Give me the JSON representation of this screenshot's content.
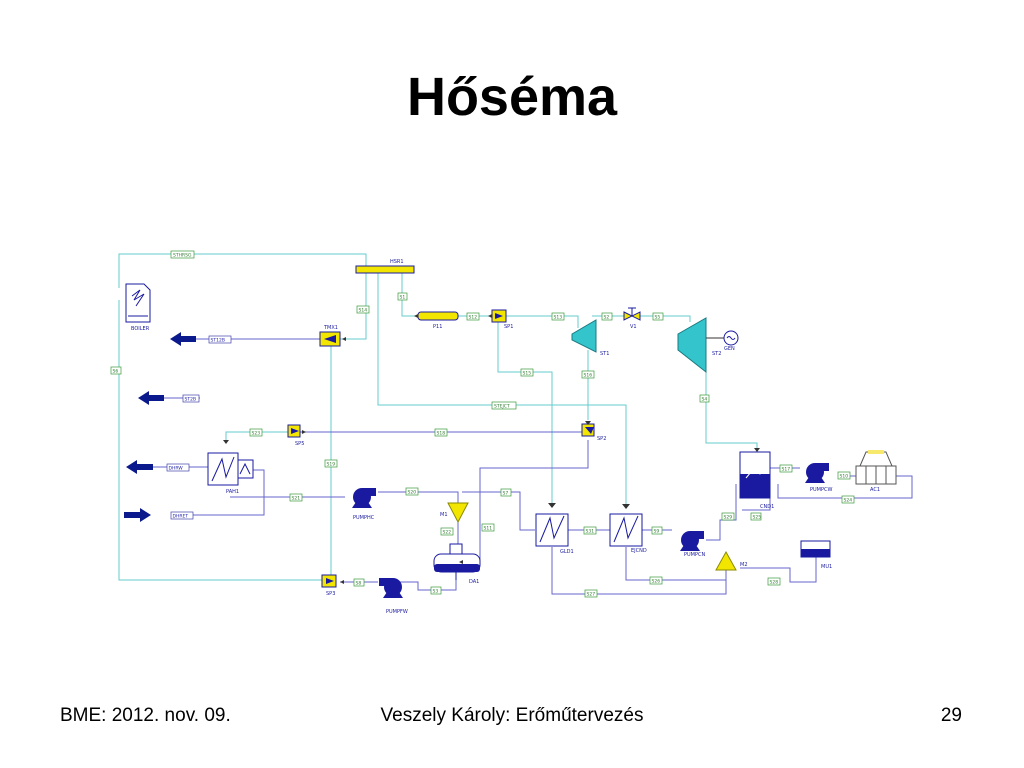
{
  "slide": {
    "title": "Hőséma",
    "footer_left": "BME: 2012. nov. 09.",
    "footer_center": "Veszely Károly: Erőműtervezés",
    "page_number": "29"
  },
  "colors": {
    "steam_line": "#66cccc",
    "water_line": "#6666cc",
    "equipment_blue": "#1a1aa0",
    "valve_yellow": "#f2e600",
    "turbine_cyan": "#33c4cc",
    "arrow_navy": "#0a1a8c",
    "stream_tag_green": "#2f7a2f"
  },
  "diagram": {
    "equipment": {
      "boiler": "BOILER",
      "hsr1": "HSR1",
      "tmx1": "TMX1",
      "p11": "P11",
      "sp1": "SP1",
      "st1": "ST1",
      "v1": "V1",
      "st2": "ST2",
      "gen": "GEN",
      "sp2": "SP2",
      "sp5": "SP5",
      "paih": "PAH1",
      "pumphc": "PUMPHC",
      "m1": "M1",
      "da1": "DA1",
      "sp3": "SP3",
      "pumpfw": "PUMPFW",
      "gld1": "GLD1",
      "ejcnd": "EJCND",
      "pumpcn": "PUMPCN",
      "cnd1": "CND1",
      "pumpcw": "PUMPCW",
      "ac1": "AC1",
      "m2": "M2",
      "mu1": "MU1"
    },
    "export_streams": {
      "st12b": "ST12B",
      "st2b": "ST2B",
      "dhrw": "DHRW",
      "dhret": "DHRET"
    },
    "streams": {
      "sthrsg": "STHRSG",
      "s1": "S1",
      "s14": "S14",
      "s12": "S12",
      "s13": "S13",
      "s2": "S2",
      "s5": "S5",
      "s15": "S15",
      "s16": "S16",
      "stejct": "STEJCT",
      "s4": "S4",
      "s6": "S6",
      "s23": "S23",
      "s18": "S18",
      "s19": "S19",
      "s20": "S20",
      "s21": "S21",
      "s22": "S22",
      "s7": "S7",
      "s11": "S11",
      "s31": "S31",
      "s9": "S9",
      "s8": "S8",
      "s3": "S3",
      "s17": "S17",
      "s10": "S10",
      "s24": "S24",
      "s29": "S29",
      "s25": "S25",
      "s28": "S28",
      "s26": "S26",
      "s27": "S27"
    }
  }
}
